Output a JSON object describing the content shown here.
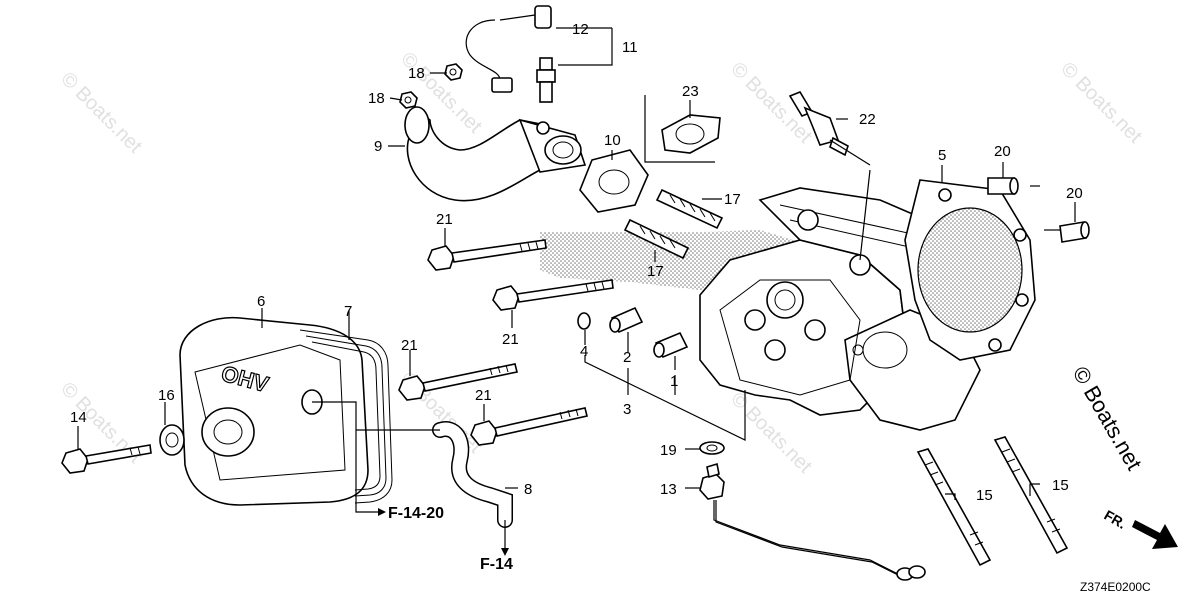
{
  "callouts": {
    "c1": "1",
    "c2": "2",
    "c3": "3",
    "c4": "4",
    "c5": "5",
    "c6": "6",
    "c7": "7",
    "c8": "8",
    "c9": "9",
    "c10": "10",
    "c11": "11",
    "c12": "12",
    "c13": "13",
    "c14": "14",
    "c15a": "15",
    "c15b": "15",
    "c16": "16",
    "c17a": "17",
    "c17b": "17",
    "c18a": "18",
    "c18b": "18",
    "c19": "19",
    "c20a": "20",
    "c20b": "20",
    "c21a": "21",
    "c21b": "21",
    "c21c": "21",
    "c21d": "21",
    "c22": "22",
    "c23": "23"
  },
  "references": {
    "f1420": "F-14-20",
    "f14": "F-14"
  },
  "cover_text": "OHV",
  "direction_label": "FR.",
  "diagram_code": "Z374E0200C",
  "watermark": {
    "small": "© Boats.net",
    "large": "© Boats.net"
  }
}
